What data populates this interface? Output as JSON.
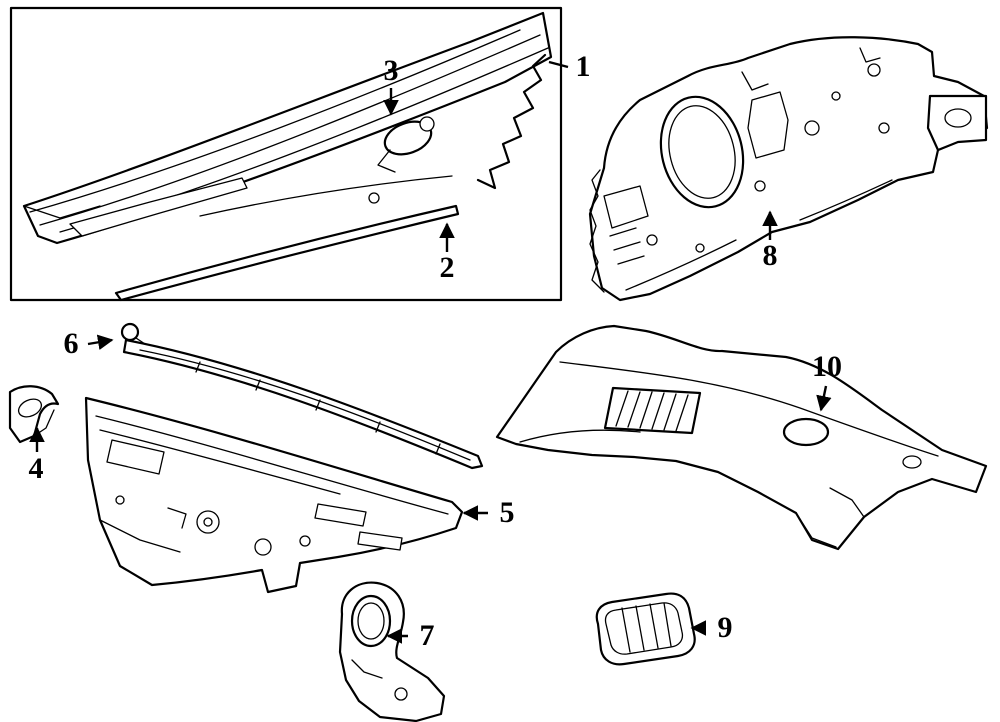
{
  "diagram": {
    "colors": {
      "background": "#ffffff",
      "line": "#000000"
    },
    "callouts": [
      {
        "label": "1"
      },
      {
        "label": "2"
      },
      {
        "label": "3"
      },
      {
        "label": "4"
      },
      {
        "label": "5"
      },
      {
        "label": "6"
      },
      {
        "label": "7"
      },
      {
        "label": "8"
      },
      {
        "label": "9"
      },
      {
        "label": "10"
      }
    ]
  }
}
